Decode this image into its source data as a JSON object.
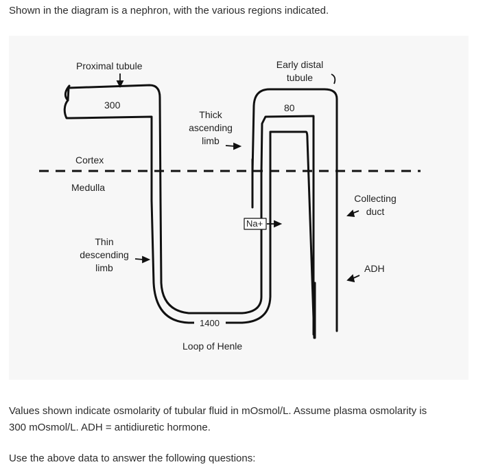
{
  "intro_text": "Shown in the diagram is a nephron, with the various regions indicated.",
  "diagram": {
    "labels": {
      "proximal_tubule": "Proximal tubule",
      "early_distal_line1": "Early distal",
      "early_distal_line2": "tubule",
      "thick_line1": "Thick",
      "thick_line2": "ascending",
      "thick_line3": "limb",
      "cortex": "Cortex",
      "medulla": "Medulla",
      "collecting_line1": "Collecting",
      "collecting_line2": "duct",
      "thin_line1": "Thin",
      "thin_line2": "descending",
      "thin_line3": "limb",
      "na": "Na+",
      "adh": "ADH",
      "loop_of_henle": "Loop of Henle"
    },
    "values": {
      "proximal": "300",
      "distal": "80",
      "loop_tip": "1400"
    }
  },
  "note_line1": "Values shown indicate osmolarity of tubular fluid in mOsmol/L. Assume plasma osmolarity is",
  "note_line2": "300 mOsmol/L. ADH = antidiuretic hormone.",
  "question_text": "Use the above data to answer the following questions:"
}
